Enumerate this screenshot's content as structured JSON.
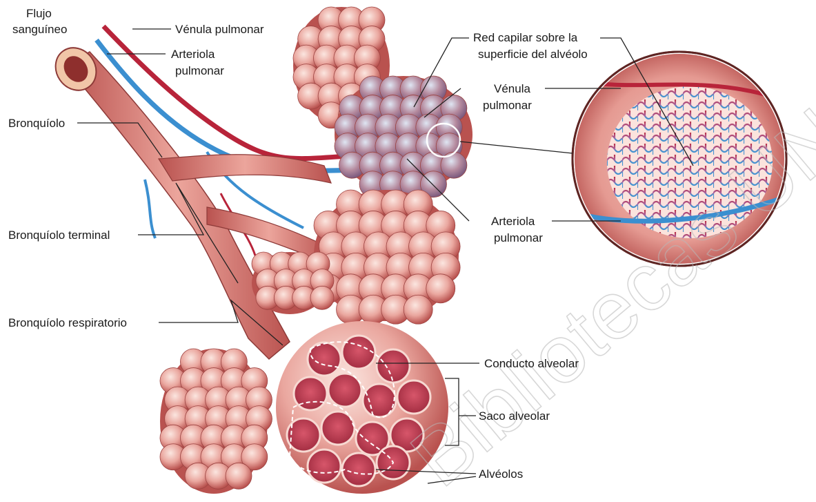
{
  "labels": {
    "flujo_line1": "Flujo",
    "flujo_line2": "sanguíneo",
    "venula_pulmonar_top": "Vénula pulmonar",
    "arteriola_line1": "Arteriola",
    "arteriola_line2": "pulmonar",
    "bronquiolo": "Bronquíolo",
    "bronquiolo_terminal": "Bronquíolo terminal",
    "bronquiolo_respiratorio": "Bronquíolo respiratorio",
    "red_capilar_line1": "Red capilar sobre la",
    "red_capilar_line2": "superficie del alvéolo",
    "venula_line1": "Vénula",
    "venula_line2": "pulmonar",
    "arteriola_right_line1": "Arteriola",
    "arteriola_right_line2": "pulmonar",
    "conducto_alveolar": "Conducto alveolar",
    "saco_alveolar": "Saco alveolar",
    "alveolos": "Alvéolos"
  },
  "watermark": "Bibliotecas UNQ",
  "colors": {
    "tissue": "#e8a29a",
    "tissue_dark": "#c25a55",
    "tissue_light": "#f6d2cb",
    "vein": "#b8243a",
    "artery": "#3b8fd0",
    "interior": "#c7435a"
  }
}
